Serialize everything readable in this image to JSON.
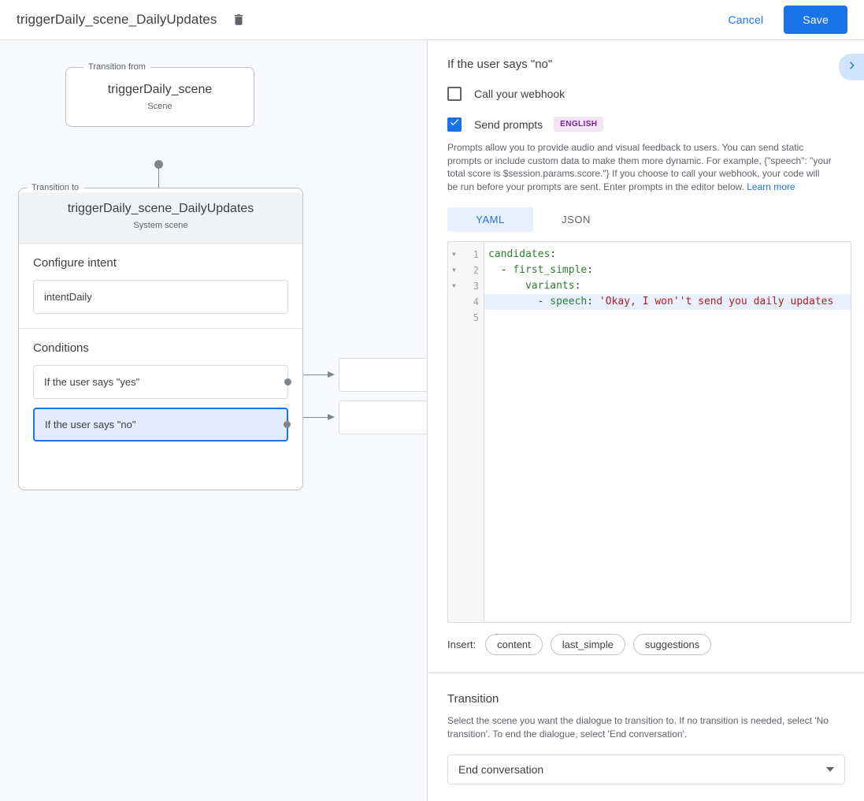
{
  "topbar": {
    "title": "triggerDaily_scene_DailyUpdates",
    "delete_icon": "trash-icon",
    "cancel_label": "Cancel",
    "save_label": "Save"
  },
  "canvas": {
    "from": {
      "legend": "Transition from",
      "name": "triggerDaily_scene",
      "type": "Scene"
    },
    "to": {
      "legend": "Transition to",
      "name": "triggerDaily_scene_DailyUpdates",
      "type": "System scene",
      "intent_section_label": "Configure intent",
      "intent_value": "intentDaily",
      "conditions_label": "Conditions",
      "conditions": [
        {
          "label": "If the user says \"yes\"",
          "selected": false
        },
        {
          "label": "If the user says \"no\"",
          "selected": true
        }
      ]
    }
  },
  "panel": {
    "title": "If the user says \"no\"",
    "collapse_icon": "chevron-right-icon",
    "webhook": {
      "label": "Call your webhook",
      "checked": false
    },
    "prompts": {
      "label": "Send prompts",
      "checked": true,
      "language_badge": "ENGLISH",
      "description": "Prompts allow you to provide audio and visual feedback to users. You can send static prompts or include custom data to make them more dynamic. For example, {\"speech\": \"your total score is $session.params.score.\"} If you choose to call your webhook, your code will be run before your prompts are sent. Enter prompts in the editor below. ",
      "learn_more": "Learn more"
    },
    "editor": {
      "tabs": [
        {
          "label": "YAML",
          "active": true
        },
        {
          "label": "JSON",
          "active": false
        }
      ],
      "lines": [
        {
          "num": "1",
          "fold": true,
          "highlight": false,
          "indent": "",
          "key": "candidates",
          "colon": ":",
          "value": ""
        },
        {
          "num": "2",
          "fold": true,
          "highlight": false,
          "indent": "  - ",
          "key": "first_simple",
          "colon": ":",
          "value": ""
        },
        {
          "num": "3",
          "fold": true,
          "highlight": false,
          "indent": "      ",
          "key": "variants",
          "colon": ":",
          "value": ""
        },
        {
          "num": "4",
          "fold": false,
          "highlight": true,
          "indent": "        - ",
          "key": "speech",
          "colon": ": ",
          "value": "'Okay, I won''t send you daily updates"
        },
        {
          "num": "5",
          "fold": false,
          "highlight": false,
          "indent": "",
          "key": "",
          "colon": "",
          "value": ""
        }
      ],
      "insert_label": "Insert:",
      "insert_chips": [
        "content",
        "last_simple",
        "suggestions"
      ]
    },
    "transition": {
      "title": "Transition",
      "description": "Select the scene you want the dialogue to transition to. If no transition is needed, select 'No transition'. To end the dialogue, select 'End conversation'.",
      "selected": "End conversation"
    }
  },
  "colors": {
    "accent": "#1a73e8",
    "canvas_bg": "#f8f9fa",
    "selected_condition_bg": "#e2ecfd",
    "badge_fg": "#7b1fa2",
    "badge_bg": "#f3e5f5",
    "yaml_key": "#2e7d32",
    "yaml_string": "#b71c1c"
  }
}
